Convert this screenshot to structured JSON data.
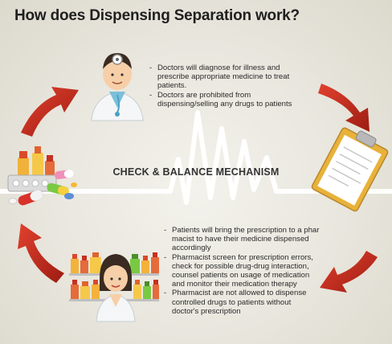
{
  "title": "How does Dispensing Separation work?",
  "center_label": "CHECK & BALANCE MECHANISM",
  "doctor_notes": [
    "Doctors will diagnose for illness and prescribe appropriate medicine to treat patients.",
    "Doctors are prohibited from dispensing/selling any drugs to patients"
  ],
  "pharmacist_notes": [
    "Patients will bring the prescription to a phar macist to have their medicine dispensed accordingly",
    "Pharmacist screen for prescription errors, check for possible drug-drug interaction, counsel patients on usage of medication and monitor their medication therapy",
    "Pharmacist are not allowed to dispense controlled drugs to patients without doctor's prescription"
  ],
  "colors": {
    "arrow_red": "#c0261a",
    "ecg_line": "#ffffff",
    "background": "#e8e6dd",
    "clipboard": "#e8b23a"
  },
  "icons": [
    "doctor-icon",
    "clipboard-icon",
    "pharmacist-icon",
    "pills-icon",
    "cycle-arrow-icon"
  ]
}
